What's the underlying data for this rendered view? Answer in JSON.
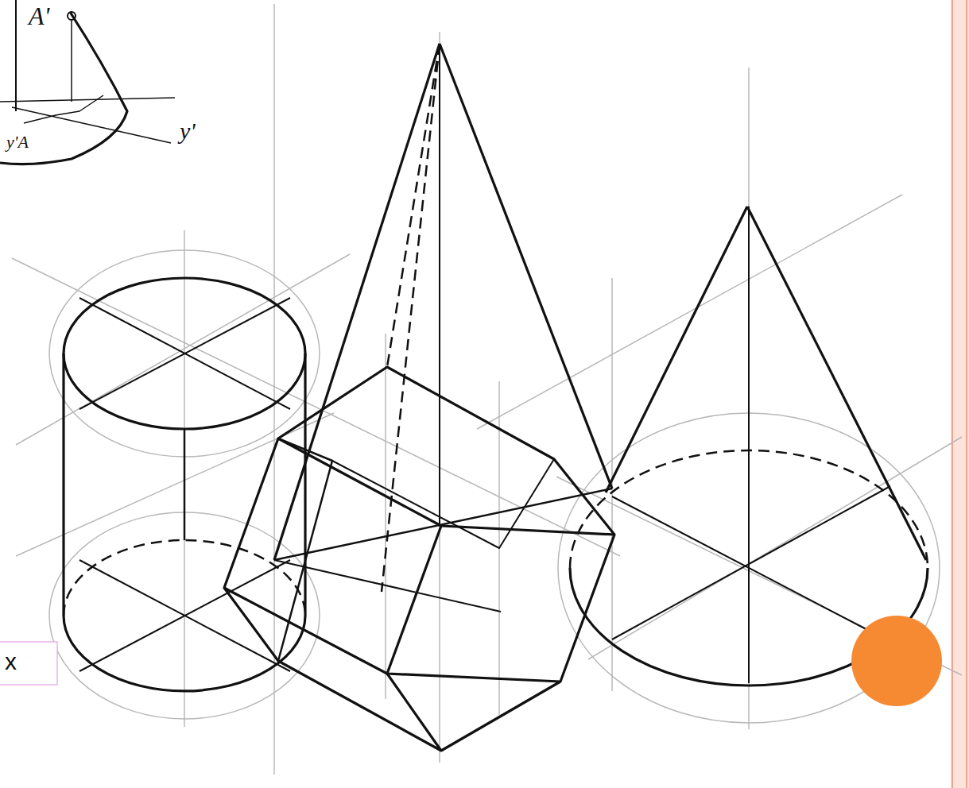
{
  "diagram": {
    "labels": [
      "A'",
      "y'A",
      "y'",
      "x"
    ]
  }
}
